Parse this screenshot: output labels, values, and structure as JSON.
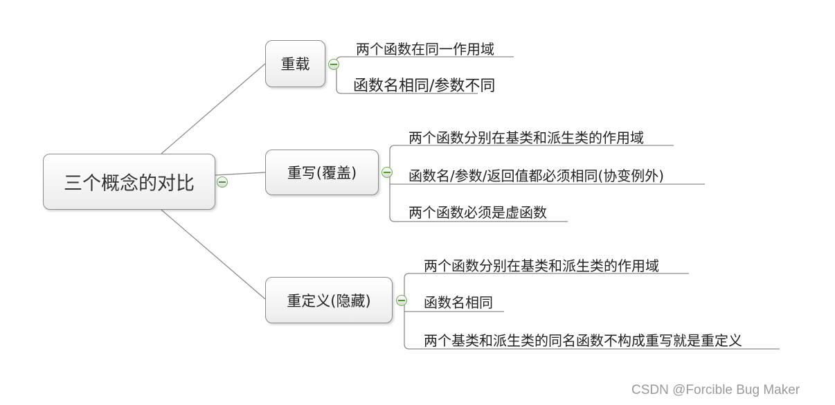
{
  "root": {
    "label": "三个概念的对比"
  },
  "branches": [
    {
      "label": "重载",
      "leaves": [
        "两个函数在同一作用域",
        "函数名相同/参数不同"
      ]
    },
    {
      "label": "重写(覆盖)",
      "leaves": [
        "两个函数分别在基类和派生类的作用域",
        "函数名/参数/返回值都必须相同(协变例外)",
        "两个函数必须是虚函数"
      ]
    },
    {
      "label": "重定义(隐藏)",
      "leaves": [
        "两个函数分别在基类和派生类的作用域",
        "函数名相同",
        "两个基类和派生类的同名函数不构成重写就是重定义"
      ]
    }
  ],
  "watermark": "CSDN @Forcible Bug Maker",
  "colors": {
    "line": "#8a8a8a",
    "toggle": "#6ab04c"
  }
}
